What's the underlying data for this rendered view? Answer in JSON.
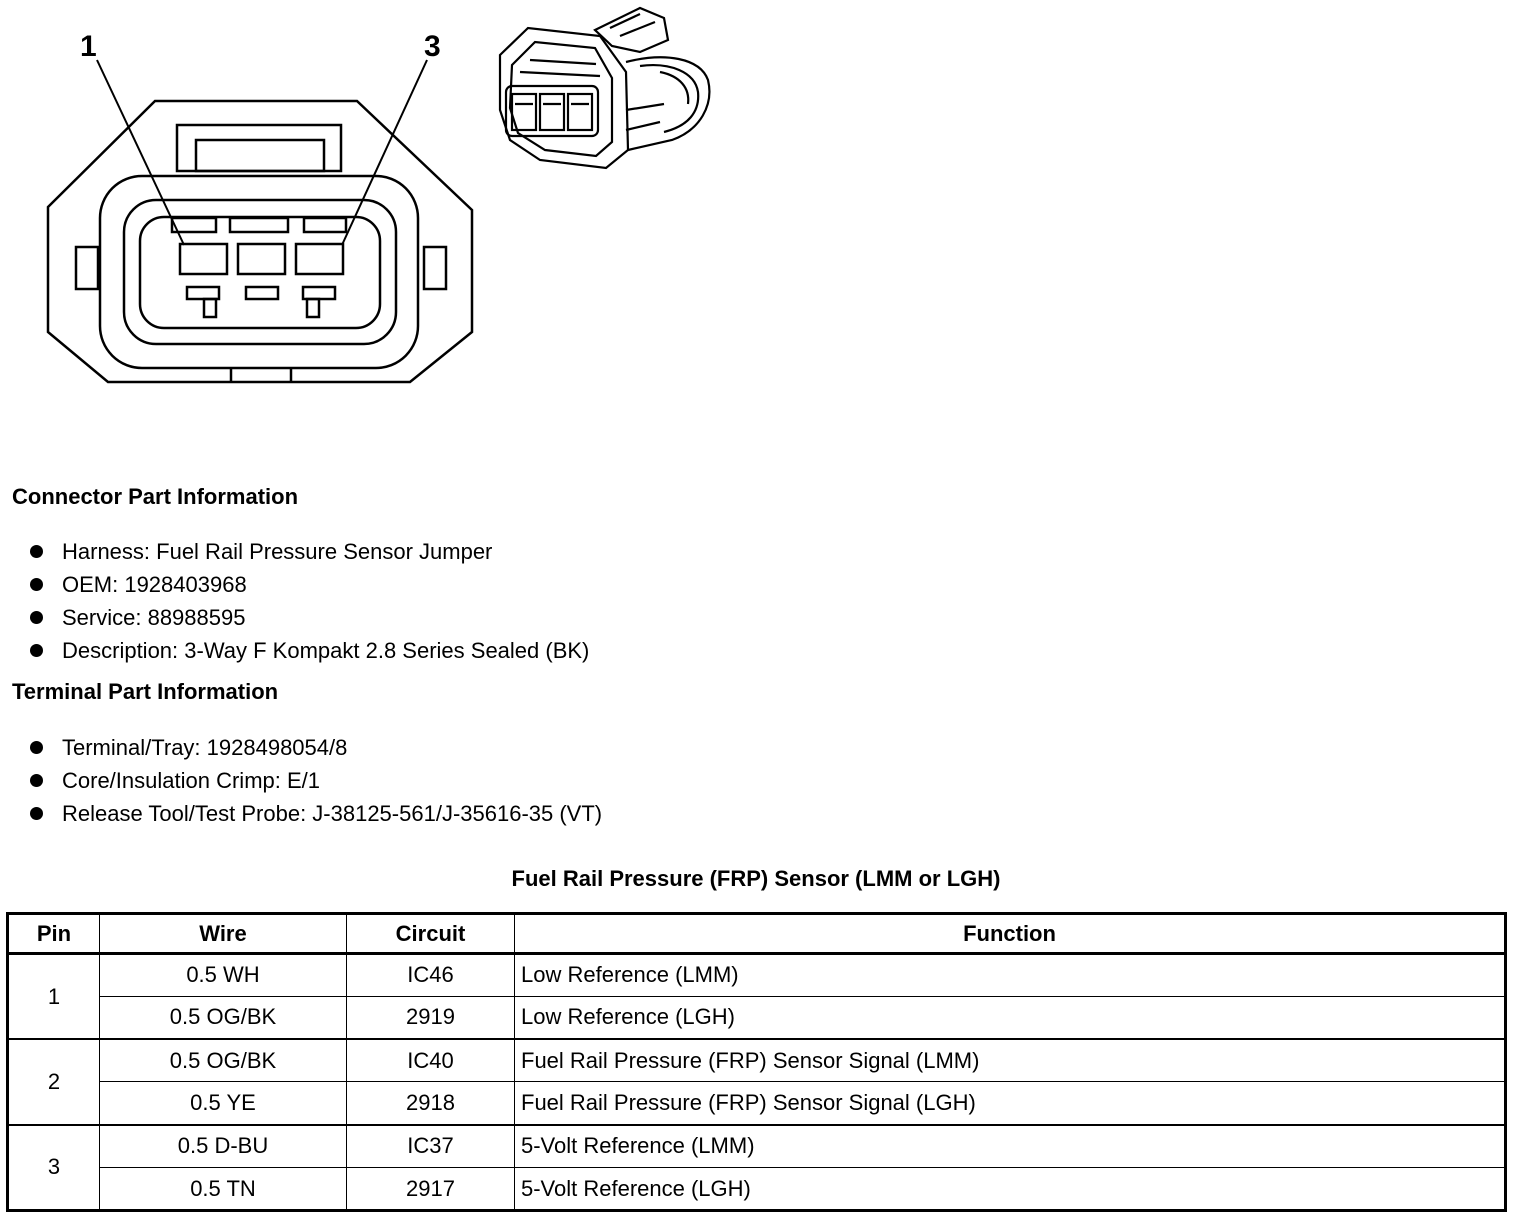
{
  "diagram": {
    "callouts": [
      "1",
      "3"
    ],
    "icons": [
      "connector-face-view",
      "connector-isometric-view"
    ]
  },
  "connector_section": {
    "title": "Connector Part Information",
    "items": [
      "Harness: Fuel Rail Pressure Sensor Jumper",
      "OEM: 1928403968",
      "Service: 88988595",
      "Description: 3-Way F Kompakt 2.8 Series Sealed (BK)"
    ]
  },
  "terminal_section": {
    "title": "Terminal Part Information",
    "items": [
      "Terminal/Tray: 1928498054/8",
      "Core/Insulation Crimp: E/1",
      "Release Tool/Test Probe: J-38125-561/J-35616-35 (VT)"
    ]
  },
  "table": {
    "title": "Fuel Rail Pressure (FRP) Sensor (LMM or LGH)",
    "headers": [
      "Pin",
      "Wire",
      "Circuit",
      "Function"
    ],
    "groups": [
      {
        "pin": "1",
        "rows": [
          {
            "wire": "0.5 WH",
            "circuit": "IC46",
            "function": "Low Reference (LMM)"
          },
          {
            "wire": "0.5 OG/BK",
            "circuit": "2919",
            "function": "Low Reference (LGH)"
          }
        ]
      },
      {
        "pin": "2",
        "rows": [
          {
            "wire": "0.5 OG/BK",
            "circuit": "IC40",
            "function": "Fuel Rail Pressure (FRP) Sensor Signal (LMM)"
          },
          {
            "wire": "0.5 YE",
            "circuit": "2918",
            "function": "Fuel Rail Pressure (FRP) Sensor Signal (LGH)"
          }
        ]
      },
      {
        "pin": "3",
        "rows": [
          {
            "wire": "0.5 D-BU",
            "circuit": "IC37",
            "function": "5-Volt Reference (LMM)"
          },
          {
            "wire": "0.5 TN",
            "circuit": "2917",
            "function": "5-Volt Reference (LGH)"
          }
        ]
      }
    ]
  }
}
